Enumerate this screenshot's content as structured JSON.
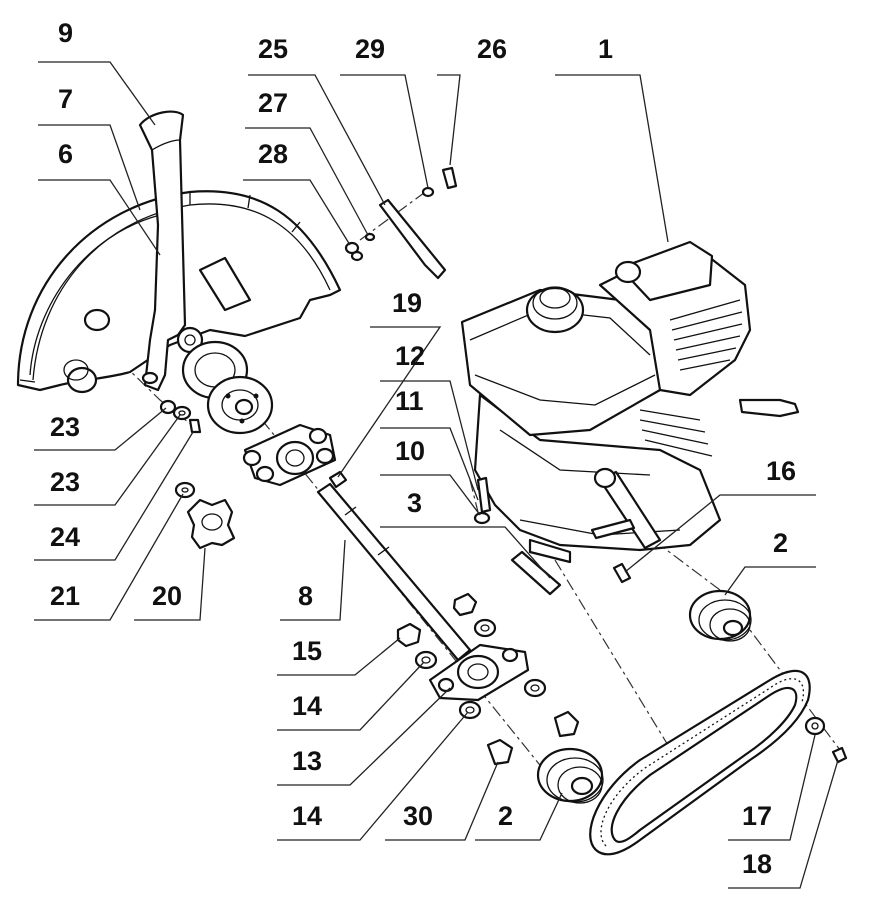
{
  "callouts": {
    "c1": "1",
    "c2a": "2",
    "c2b": "2",
    "c3": "3",
    "c6": "6",
    "c7": "7",
    "c8": "8",
    "c9": "9",
    "c10": "10",
    "c11": "11",
    "c12": "12",
    "c13": "13",
    "c14a": "14",
    "c14b": "14",
    "c15": "15",
    "c16": "16",
    "c17": "17",
    "c18": "18",
    "c19": "19",
    "c20": "20",
    "c21": "21",
    "c23a": "23",
    "c23b": "23",
    "c24": "24",
    "c25": "25",
    "c26": "26",
    "c27": "27",
    "c28": "28",
    "c29": "29",
    "c30": "30"
  },
  "parts": {
    "engine": "engine-icon",
    "blade_guard": "blade-guard-icon",
    "guard_handle": "guard-handle-icon",
    "shaft": "shaft-icon",
    "belt": "v-belt-icon",
    "pulley": "pulley-icon",
    "bearing": "bearing-block-icon",
    "knob": "star-knob-icon"
  }
}
